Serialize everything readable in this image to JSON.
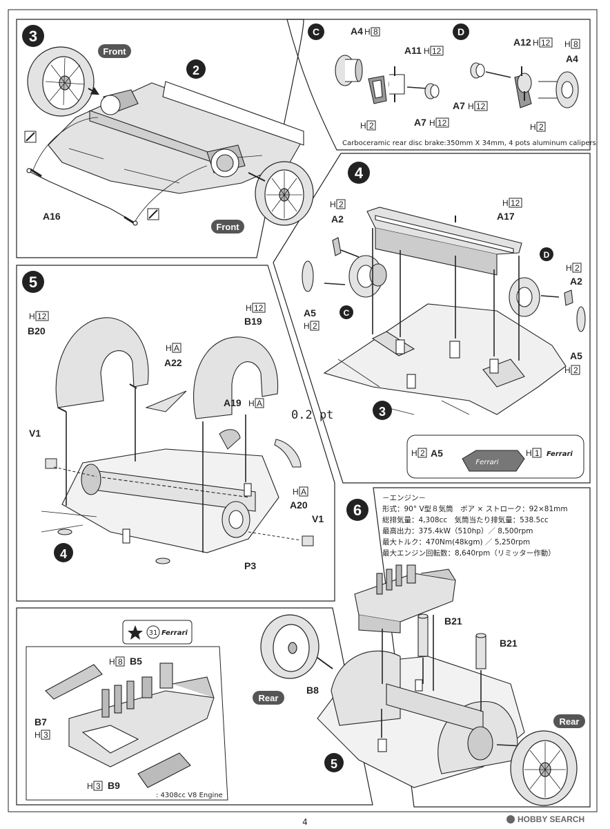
{
  "page": {
    "number": "4",
    "watermark": "HOBBY SEARCH",
    "stray_text": "0.2 pt"
  },
  "step3": {
    "number": "3",
    "front_label_1": "Front",
    "front_label_2": "Front",
    "sub_step": "2",
    "part_rod": "A16"
  },
  "step_c": {
    "letter": "C",
    "labels": {
      "a4": "A4",
      "h8": "H",
      "h8box": "8",
      "a11": "A11",
      "h12": "H",
      "h12box": "12",
      "h2": "H",
      "h2box": "2",
      "a7": "A7",
      "a7h": "H",
      "a7box": "12"
    }
  },
  "step_d": {
    "letter": "D",
    "labels": {
      "a12": "A12",
      "h12": "H",
      "h12box": "12",
      "h8": "H",
      "h8box": "8",
      "a4": "A4",
      "a7": "A7",
      "a7h": "H",
      "a7box": "12",
      "h2": "H",
      "h2box": "2"
    }
  },
  "brake_caption": "Carboceramic rear disc brake:350mm X 34mm, 4 pots aluminum calipers",
  "step4": {
    "number": "4",
    "labels": {
      "h2a": "H",
      "h2abox": "2",
      "a2a": "A2",
      "h12": "H",
      "h12box": "12",
      "a17": "A17",
      "d": "D",
      "h2b": "H",
      "h2bbox": "2",
      "a2b": "A2",
      "a5a": "A5",
      "h2c": "H",
      "h2cbox": "2",
      "c": "C",
      "a5b": "A5",
      "h2d": "H",
      "h2dbox": "2",
      "sub_step": "3"
    },
    "decal_box": {
      "left_h": "H",
      "left_box": "2",
      "left_part": "A5",
      "right_h": "H",
      "right_box": "1",
      "logo": "Ferrari",
      "caliper_text": "Ferrari"
    }
  },
  "step5": {
    "number": "5",
    "labels": {
      "h12a": "H",
      "h12abox": "12",
      "b20": "B20",
      "h12b": "H",
      "h12bbox": "12",
      "b19": "B19",
      "ha1": "H",
      "ha1box": "A",
      "a22": "A22",
      "a19": "A19",
      "ha2": "H",
      "ha2box": "A",
      "v1a": "V1",
      "ha3": "H",
      "ha3box": "A",
      "a20": "A20",
      "v1b": "V1",
      "p3": "P3",
      "sub_step": "4"
    }
  },
  "engine_inset": {
    "decal_number": "31",
    "decal_logo": "Ferrari",
    "labels": {
      "h8": "H",
      "h8box": "8",
      "b5": "B5",
      "b7": "B7",
      "h3a": "H",
      "h3abox": "3",
      "h3b": "H",
      "h3bbox": "3",
      "b9": "B9"
    },
    "caption": ": 4308cc V8 Engine"
  },
  "step6": {
    "number": "6",
    "labels": {
      "b21a": "B21",
      "b21b": "B21",
      "b8": "B8",
      "rear_1": "Rear",
      "rear_2": "Rear",
      "sub_step": "5"
    },
    "specs": [
      "－エンジン－",
      "形式：90° V型８気筒　ボア × ストローク：92×81mm",
      "総排気量：4,308cc　気筒当たり排気量：538.5cc",
      "最高出力：375.4kW（510hp）／ 8,500rpm",
      "最大トルク：470Nm(48kgm) ／ 5,250rpm",
      "最大エンジン回転数：8,640rpm（リミッター作動）"
    ]
  },
  "colors": {
    "ink": "#222222",
    "fill": "#e3e3e3",
    "mid": "#a8a8a8",
    "dark": "#555555"
  }
}
